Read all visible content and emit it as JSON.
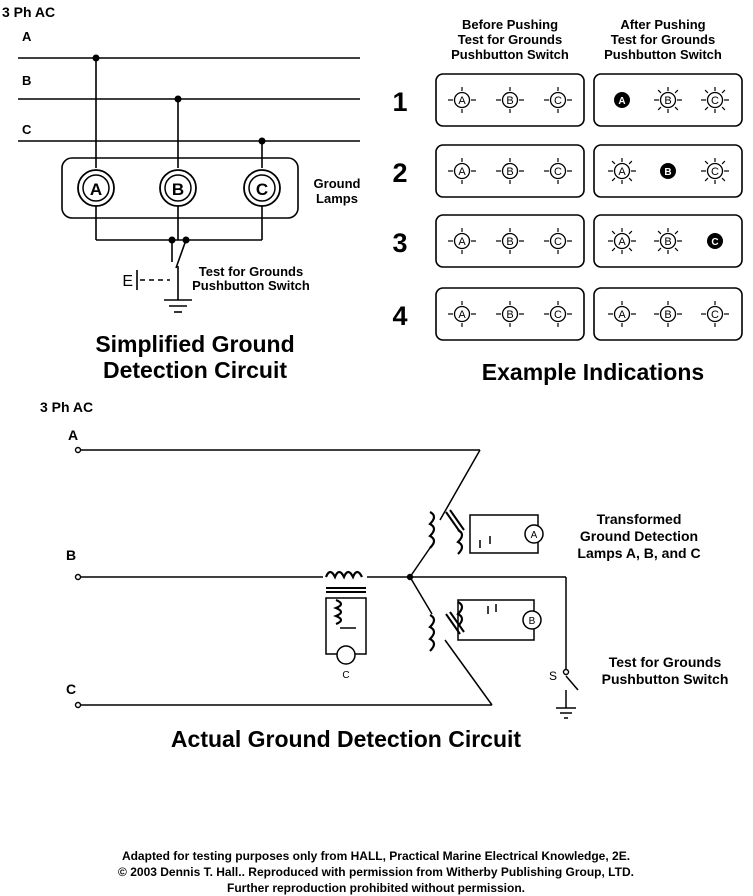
{
  "simplified": {
    "supply_label": "3 Ph AC",
    "phase_a": "A",
    "phase_b": "B",
    "phase_c": "C",
    "lamp_a": "A",
    "lamp_b": "B",
    "lamp_c": "C",
    "ground_lamps_line1": "Ground",
    "ground_lamps_line2": "Lamps",
    "switch_e": "E",
    "switch_label_line1": "Test for Grounds",
    "switch_label_line2": "Pushbutton Switch",
    "title_line1": "Simplified Ground",
    "title_line2": "Detection Circuit"
  },
  "examples": {
    "before_header": [
      "Before Pushing",
      "Test for Grounds",
      "Pushbutton Switch"
    ],
    "after_header": [
      "After Pushing",
      "Test for Grounds",
      "Pushbutton Switch"
    ],
    "rows": [
      {
        "number": "1",
        "before": [
          "A",
          "B",
          "C"
        ],
        "after": [
          "A",
          "B",
          "C"
        ],
        "dark": "A",
        "bright": [
          "B",
          "C"
        ]
      },
      {
        "number": "2",
        "before": [
          "A",
          "B",
          "C"
        ],
        "after": [
          "A",
          "B",
          "C"
        ],
        "dark": "B",
        "bright": [
          "A",
          "C"
        ]
      },
      {
        "number": "3",
        "before": [
          "A",
          "B",
          "C"
        ],
        "after": [
          "A",
          "B",
          "C"
        ],
        "dark": "C",
        "bright": [
          "A",
          "B"
        ]
      },
      {
        "number": "4",
        "before": [
          "A",
          "B",
          "C"
        ],
        "after": [
          "A",
          "B",
          "C"
        ],
        "dark": "",
        "bright": []
      }
    ],
    "title": "Example Indications"
  },
  "actual": {
    "supply_label": "3 Ph AC",
    "phase_a": "A",
    "phase_b": "B",
    "phase_c": "C",
    "lamp_a": "A",
    "lamp_b": "B",
    "lamp_c": "C",
    "transformed_line1": "Transformed",
    "transformed_line2": "Ground Detection",
    "transformed_line3": "Lamps A, B, and C",
    "switch_s": "S",
    "switch_label_line1": "Test for Grounds",
    "switch_label_line2": "Pushbutton Switch",
    "title": "Actual Ground Detection Circuit"
  },
  "footer": {
    "line1": "Adapted for testing purposes only from HALL, Practical Marine Electrical Knowledge, 2E.",
    "line2": "© 2003 Dennis T. Hall.. Reproduced with permission from Witherby Publishing Group, LTD.",
    "line3": "Further reproduction prohibited without permission."
  }
}
